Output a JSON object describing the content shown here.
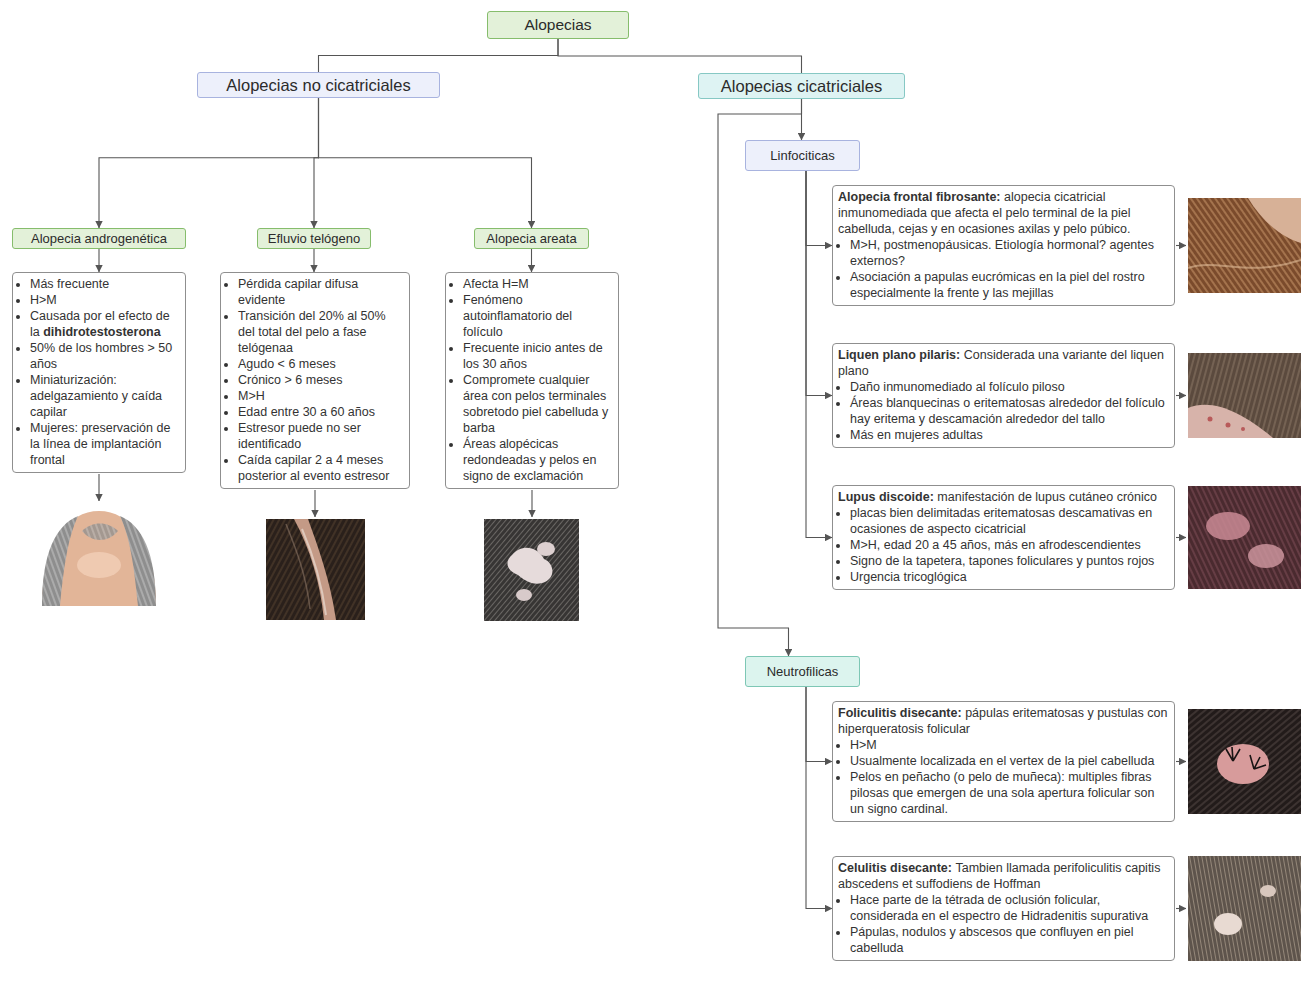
{
  "diagram": {
    "nodes": [
      {
        "text": [
          "Alopecias"
        ]
      },
      {
        "text": [
          "Alopecias no cicatriciales"
        ]
      },
      {
        "text": [
          "Alopecias cicatriciales"
        ]
      },
      {
        "text": [
          "Alopecia androgenética"
        ]
      },
      {
        "text": [
          "Efluvio telógeno"
        ]
      },
      {
        "text": [
          "Alopecia areata"
        ]
      },
      {
        "text": [
          "Más frecuente",
          "H>M",
          "Causada por el efecto de la",
          "dihidrotestosterona",
          "50% de los hombres > 50 años",
          "Miniaturización: adelgazamiento y caída capilar",
          "Mujeres: preservación de la línea de implantación frontal"
        ]
      },
      {
        "text": [
          "Pérdida capilar difusa evidente",
          "Transición del 20% al 50% del total del pelo a fase telógenaa",
          "Agudo < 6 meses",
          "Crónico > 6 meses",
          "M>H",
          "Edad entre 30 a 60 años",
          "Estresor puede no ser identificado",
          "Caída capilar 2 a 4 meses posterior al evento estresor"
        ]
      },
      {
        "text": [
          "Afecta H=M",
          "Fenómeno autoinflamatorio del folículo",
          "Frecuente inicio antes de los 30 años",
          "Compromete cualquier área con pelos terminales sobretodo piel cabelluda y barba",
          "Áreas alopécicas redondeadas y pelos en signo de exclamación"
        ]
      },
      {
        "text": [
          "Linfociticas"
        ]
      },
      {
        "text": [
          "Alopecia frontal fibrosante:",
          "alopecia cicatricial inmunomediada que afecta el pelo terminal de la piel cabelluda, cejas y en ocasiones axilas y pelo púbico.",
          "M>H, postmenopáusicas. Etiología hormonal? agentes externos?",
          "Asociación a papulas eucrómicas en la piel del rostro especialmente la frente y las mejillas"
        ]
      },
      {
        "text": [
          "Liquen plano pilaris:",
          "Considerada una variante del liquen plano",
          "Daño inmunomediado al folículo piloso",
          "Áreas blanquecinas o eritematosas alrededor del folículo hay eritema y descamación alrededor del tallo",
          "Más en mujeres adultas"
        ]
      },
      {
        "text": [
          "Lupus discoide:",
          "manifestación de lupus cutáneo crónico",
          "placas bien delimitadas eritematosas descamativas en ocasiones de aspecto cicatricial",
          "M>H, edad 20 a 45 años, más en afrodescendientes",
          "Signo de la tapetera, tapones foliculares y puntos rojos",
          "Urgencia tricoglógica"
        ]
      },
      {
        "text": [
          "Neutrofilicas"
        ]
      },
      {
        "text": [
          "Foliculitis disecante:",
          "pápulas eritematosas y pustulas con hiperqueratosis folicular",
          "H>M",
          "Usualmente localizada en el vertex de la piel cabelluda",
          "Pelos en peñacho (o pelo de muñeca): multiples fibras pilosas que emergen de una sola apertura folicular son un signo cardinal."
        ]
      },
      {
        "text": [
          "Celulitis disecante:",
          "Tambien llamada perifoliculitis capitis abscedens et suffodiens de Hoffman",
          "Hace parte de la tétrada de oclusión folicular, considerada en el espectro de Hidradenitis supurativa",
          "Pápulas, nodulos y abscesos que confluyen en piel cabelluda"
        ]
      }
    ],
    "edges": [
      {
        "from": 0,
        "to": 1,
        "arrow": "none"
      },
      {
        "from": 0,
        "to": 2,
        "arrow": "none"
      },
      {
        "from": 1,
        "to": 3,
        "arrow": "to"
      },
      {
        "from": 1,
        "to": 4,
        "arrow": "to"
      },
      {
        "from": 1,
        "to": 5,
        "arrow": "to"
      },
      {
        "from": 3,
        "to": 6,
        "arrow": "to"
      },
      {
        "from": 4,
        "to": 7,
        "arrow": "to"
      },
      {
        "from": 5,
        "to": 8,
        "arrow": "to"
      },
      {
        "from": 2,
        "to": 9,
        "arrow": "to"
      },
      {
        "from": 2,
        "to": 13,
        "arrow": "to"
      },
      {
        "from": 9,
        "to": 10,
        "arrow": "to"
      },
      {
        "from": 9,
        "to": 11,
        "arrow": "to"
      },
      {
        "from": 9,
        "to": 12,
        "arrow": "to"
      },
      {
        "from": 13,
        "to": 14,
        "arrow": "to"
      },
      {
        "from": 13,
        "to": 15,
        "arrow": "to"
      }
    ]
  }
}
